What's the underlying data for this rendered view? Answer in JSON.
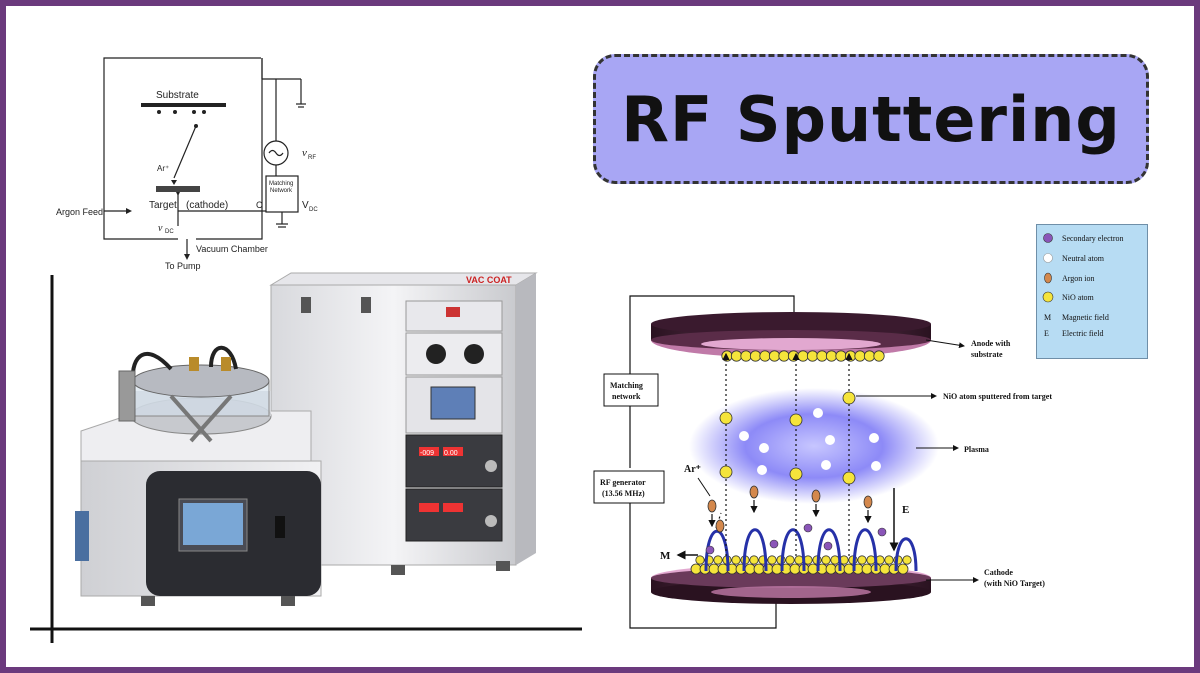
{
  "title": "RF Sputtering",
  "circuit": {
    "substrate": "Substrate",
    "ar_ion": "Ar⁺",
    "target": "Target",
    "cathode": "(cathode)",
    "argon_feed": "Argon Feed",
    "v_dc_left": "v",
    "v_dc_left_sub": "DC",
    "vacuum_chamber": "Vacuum Chamber",
    "to_pump": "To Pump",
    "v_rf": "v",
    "v_rf_sub": "RF",
    "matching_network_1": "Matching",
    "matching_network_2": "Network",
    "cap_label": "C",
    "v_dc_right": "V",
    "v_dc_right_sub": "DC"
  },
  "machine": {
    "brand": "VAC COAT",
    "readout_1": "-009",
    "readout_2": "0.00"
  },
  "legend": [
    {
      "label": "Secondary electron",
      "color": "#8a55b8"
    },
    {
      "label": "Neutral atom",
      "color": "#ffffff"
    },
    {
      "label": "Argon ion",
      "color": "#d4884c"
    },
    {
      "label": "NiO atom",
      "color": "#f5e43b"
    },
    {
      "symbol": "M",
      "label": "Magnetic field"
    },
    {
      "symbol": "E",
      "label": "Electric field"
    }
  ],
  "plasma_diagram": {
    "anode_1": "Anode with",
    "anode_2": "substrate",
    "matching_1": "Matching",
    "matching_2": "network",
    "nio_sputtered": "NiO atom sputtered from target",
    "plasma": "Plasma",
    "rf_gen_1": "RF generator",
    "rf_gen_2": "(13.56 MHz)",
    "ar_ion": "Ar⁺",
    "e_label": "E",
    "m_label": "M",
    "cathode_1": "Cathode",
    "cathode_2": "(with NiO Target)"
  },
  "colors": {
    "frame": "#6b3a7d",
    "title_bg": "#a8a6f4",
    "plasma": "#7b78f5"
  }
}
